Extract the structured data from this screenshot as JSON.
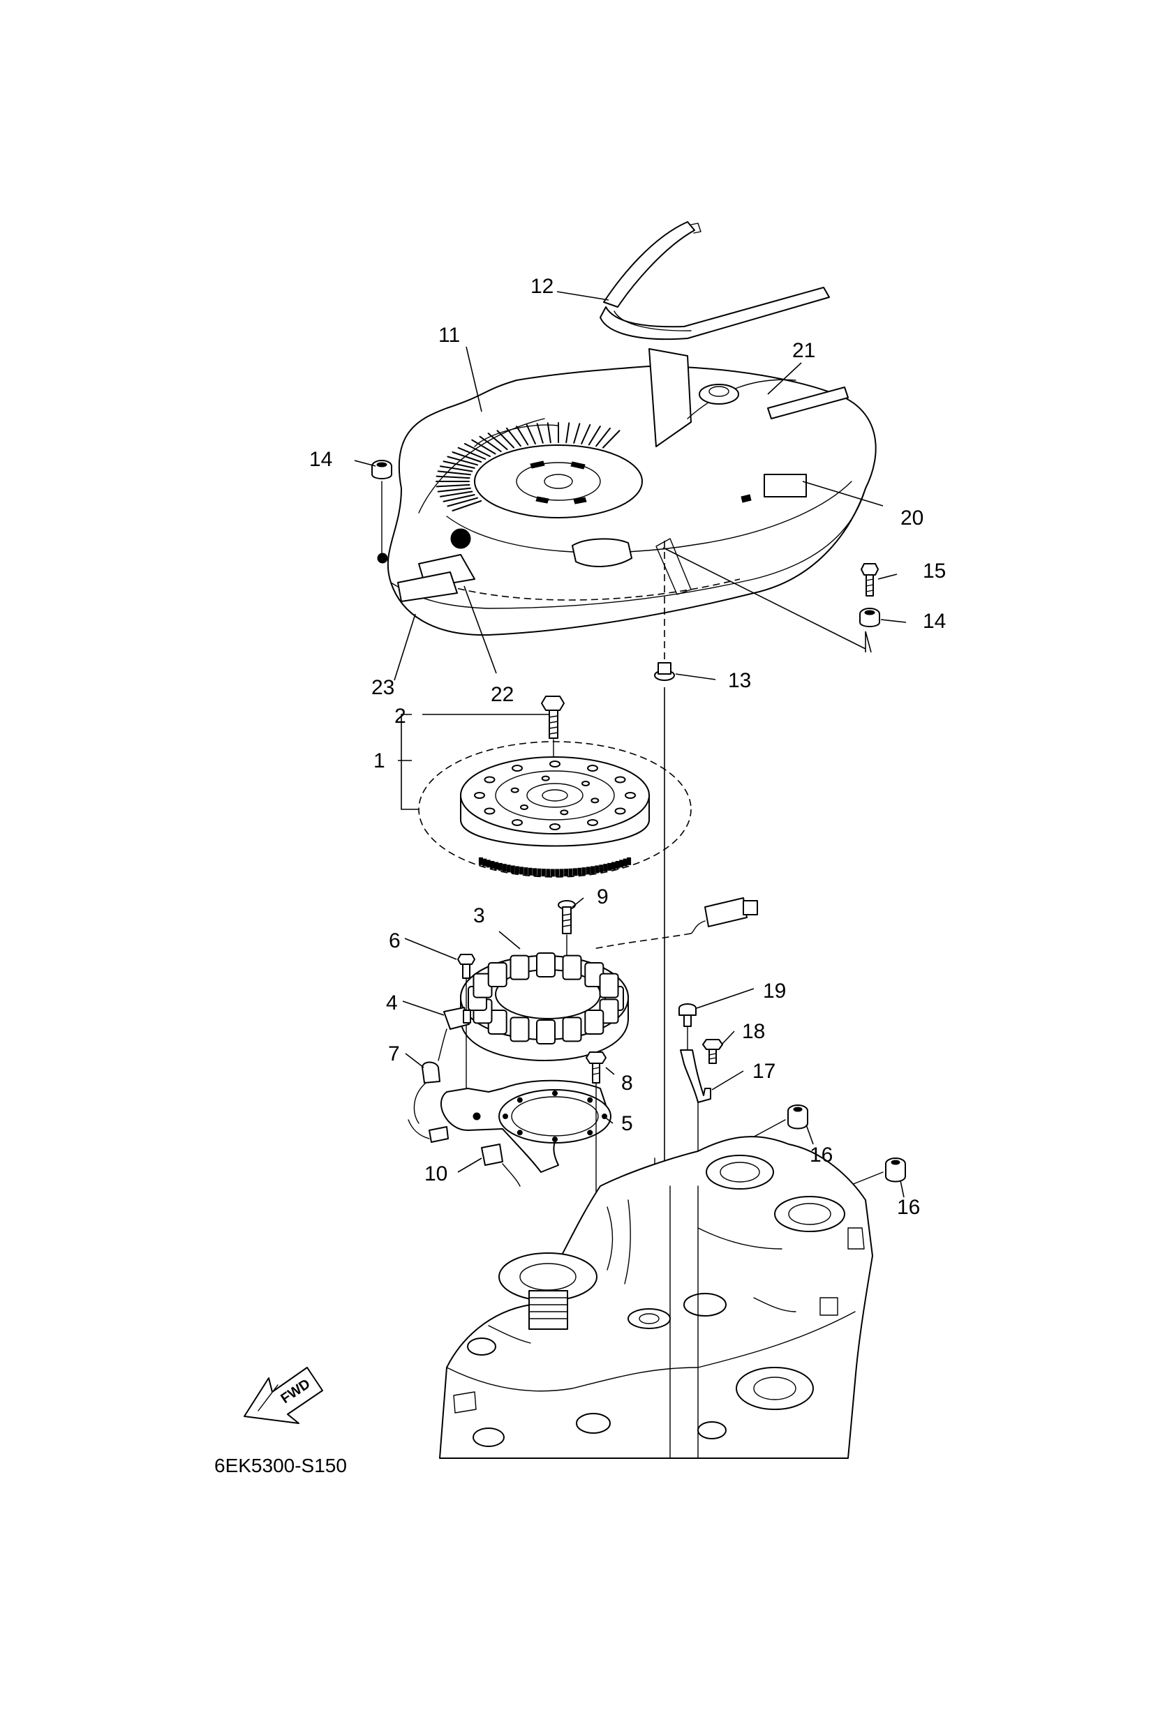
{
  "diagram": {
    "drawing_code": "6EK5300-S150",
    "direction_arrow": {
      "label": "FWD",
      "icon": "forward-arrow-icon"
    },
    "callouts": [
      {
        "id": "c1",
        "label": "1"
      },
      {
        "id": "c2",
        "label": "2"
      },
      {
        "id": "c3",
        "label": "3"
      },
      {
        "id": "c4",
        "label": "4"
      },
      {
        "id": "c5",
        "label": "5"
      },
      {
        "id": "c6",
        "label": "6"
      },
      {
        "id": "c7",
        "label": "7"
      },
      {
        "id": "c8",
        "label": "8"
      },
      {
        "id": "c9",
        "label": "9"
      },
      {
        "id": "c10",
        "label": "10"
      },
      {
        "id": "c11",
        "label": "11"
      },
      {
        "id": "c12",
        "label": "12"
      },
      {
        "id": "c13",
        "label": "13"
      },
      {
        "id": "c14a",
        "label": "14"
      },
      {
        "id": "c14b",
        "label": "14"
      },
      {
        "id": "c15",
        "label": "15"
      },
      {
        "id": "c16a",
        "label": "16"
      },
      {
        "id": "c16b",
        "label": "16"
      },
      {
        "id": "c17",
        "label": "17"
      },
      {
        "id": "c18",
        "label": "18"
      },
      {
        "id": "c19",
        "label": "19"
      },
      {
        "id": "c20",
        "label": "20"
      },
      {
        "id": "c21",
        "label": "21"
      },
      {
        "id": "c22",
        "label": "22"
      },
      {
        "id": "c23",
        "label": "23"
      }
    ],
    "colors": {
      "line": "#000000",
      "background": "#ffffff"
    }
  }
}
